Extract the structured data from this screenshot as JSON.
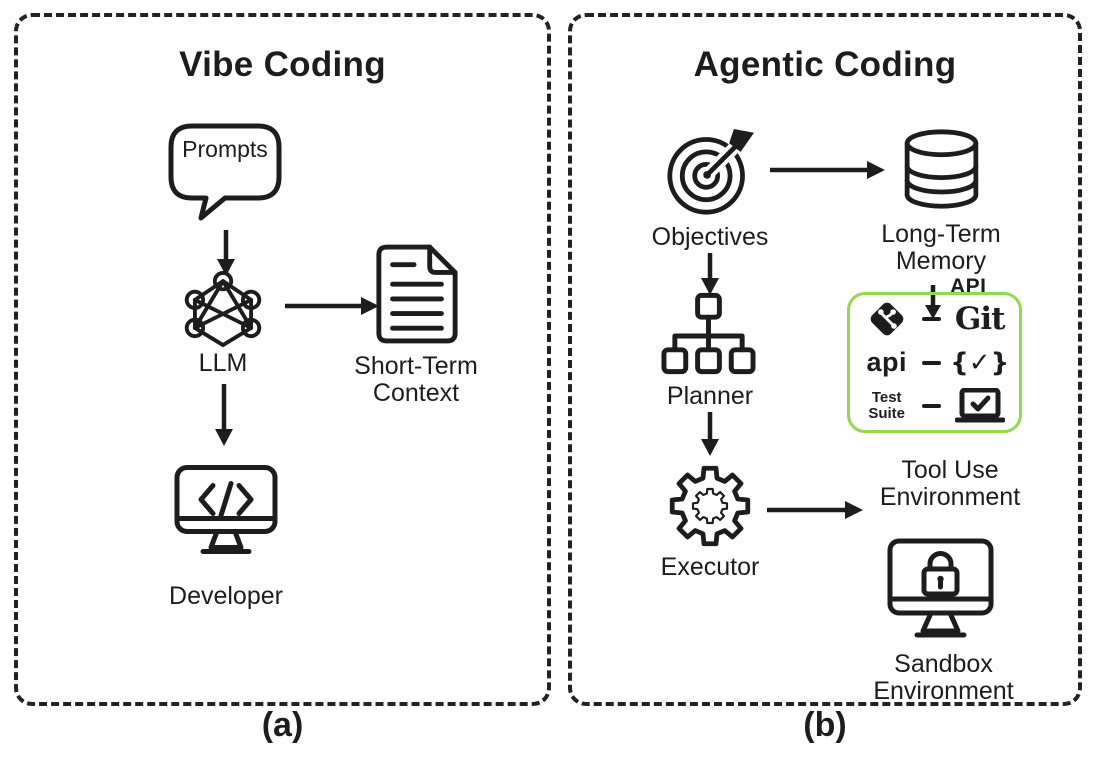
{
  "colors": {
    "ink": "#1d1d1d",
    "accent_green": "#93d84e",
    "background": "#ffffff"
  },
  "panel_a": {
    "title": "Vibe Coding",
    "caption": "(a)",
    "prompts_label": "Prompts",
    "llm_label": "LLM",
    "short_term_line1": "Short-Term",
    "short_term_line2": "Context",
    "developer_label": "Developer"
  },
  "panel_b": {
    "title": "Agentic Coding",
    "caption": "(b)",
    "objectives_label": "Objectives",
    "long_term_line1": "Long-Term",
    "long_term_line2": "Memory",
    "api_arrow_label": "API",
    "planner_label": "Planner",
    "executor_label": "Executor",
    "tool_use_line1": "Tool Use",
    "tool_use_line2": "Environment",
    "sandbox_line1": "Sandbox",
    "sandbox_line2": "Environment",
    "toolbox": {
      "git_label": "Git",
      "api_label": "api",
      "api_check": "{✓}",
      "test_line1": "Test",
      "test_line2": "Suite"
    }
  }
}
